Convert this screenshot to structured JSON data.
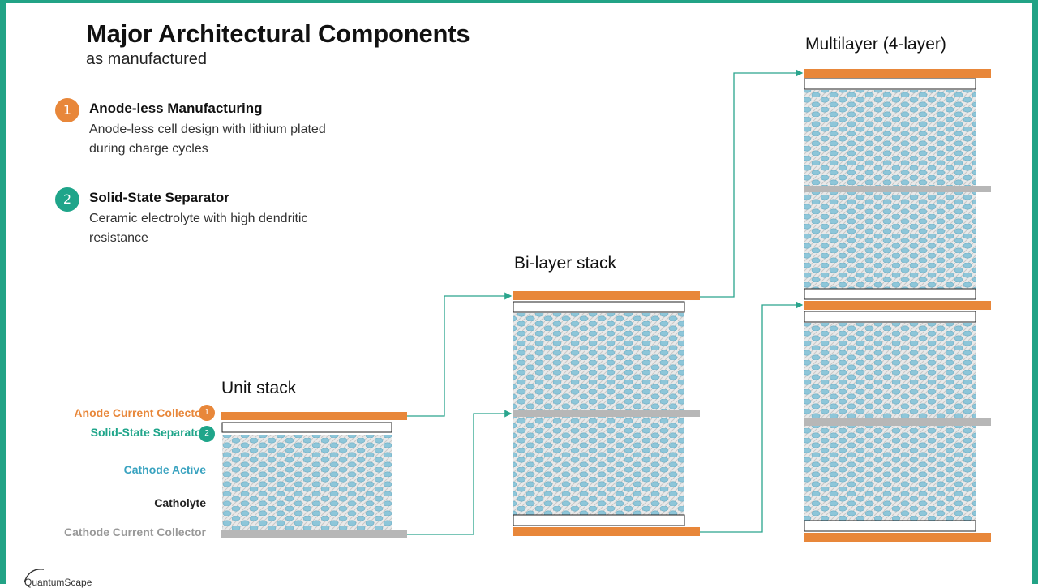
{
  "header": {
    "title": "Major Architectural Components",
    "subtitle": "as manufactured"
  },
  "features": [
    {
      "number": "1",
      "title": "Anode-less Manufacturing",
      "description": "Anode-less cell design with lithium plated during charge cycles"
    },
    {
      "number": "2",
      "title": "Solid-State Separator",
      "description": "Ceramic electrolyte with high dendritic resistance"
    }
  ],
  "stacks": {
    "unit": "Unit stack",
    "bilayer": "Bi-layer stack",
    "multilayer": "Multilayer (4-layer)"
  },
  "layer_labels": {
    "anode_cc": "Anode Current Collector",
    "separator": "Solid-State Separator",
    "cathode_active": "Cathode Active",
    "catholyte": "Catholyte",
    "cathode_cc": "Cathode Current Collector",
    "anode_badge": "1",
    "separator_badge": "2"
  },
  "logo": {
    "text": "QuantumScape"
  },
  "colors": {
    "frame": "#22a386",
    "anode_current_collector": "#e8873a",
    "separator_badge": "#1fa58a",
    "cathode_active_label": "#3aa3c0",
    "cathode_particle": "#8ec6d9",
    "cathode_current_collector": "#b7b7b7",
    "arrow": "#2aa58d"
  },
  "icons": {
    "connector": "arrow-right-icon"
  }
}
